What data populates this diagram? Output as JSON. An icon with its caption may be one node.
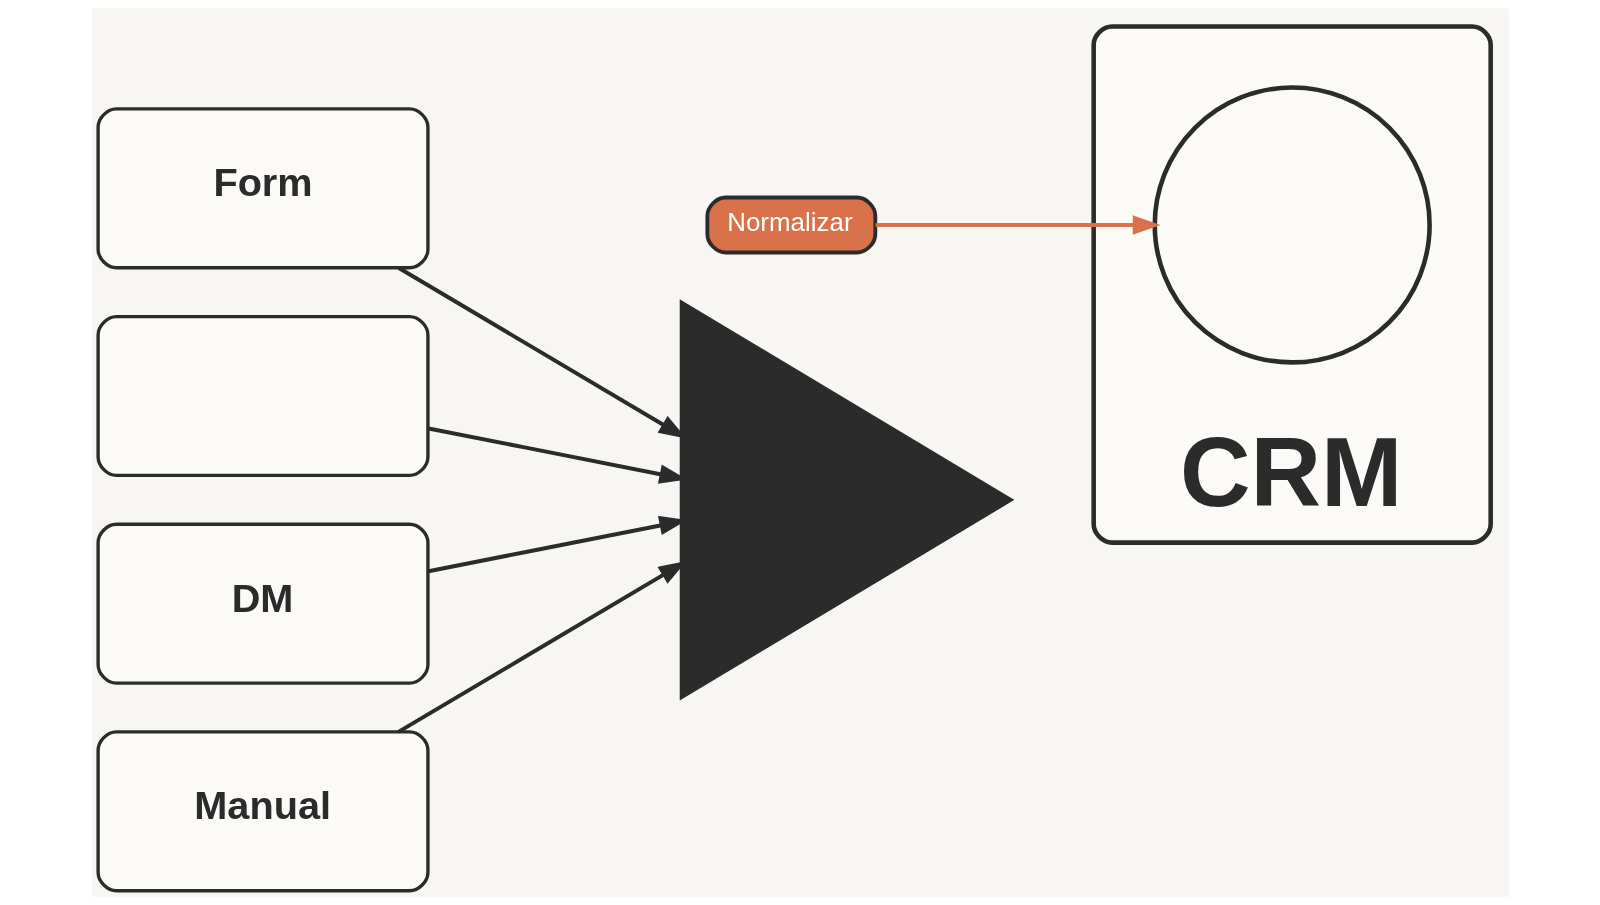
{
  "diagram": {
    "nodes": [
      {
        "text": [
          "Form"
        ]
      },
      {
        "text": [],
        "shape": "box"
      },
      {
        "text": [
          "DM"
        ]
      },
      {
        "text": [
          "Manual"
        ]
      },
      {
        "text": [],
        "shape": "funnel"
      },
      {
        "text": [
          "Normalizar"
        ]
      },
      {
        "text": [
          "CRM"
        ]
      },
      {
        "text": [],
        "shape": "person",
        "in": 6
      }
    ],
    "edges": [
      {
        "from": 0,
        "to": 4,
        "arrow": "to"
      },
      {
        "from": 1,
        "to": 4,
        "arrow": "to"
      },
      {
        "from": 2,
        "to": 4,
        "arrow": "to"
      },
      {
        "from": 3,
        "to": 4,
        "arrow": "to"
      },
      {
        "from": 5,
        "to": 7,
        "arrow": "to",
        "color": "#d9714a"
      }
    ]
  }
}
